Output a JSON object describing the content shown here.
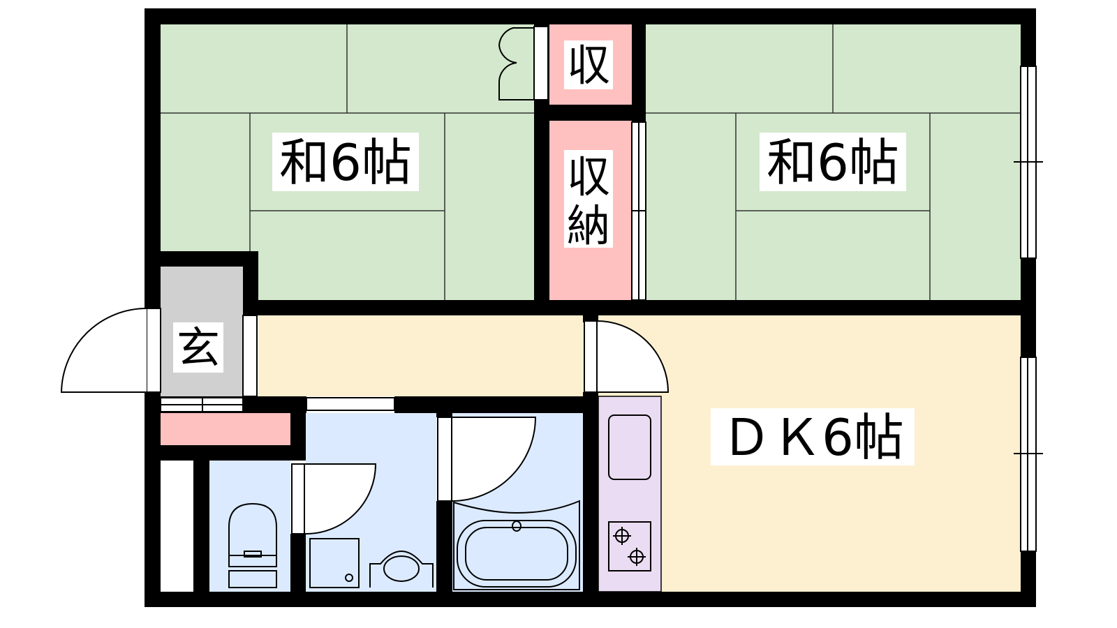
{
  "rooms": {
    "western_left": {
      "label": "和6帖"
    },
    "western_right": {
      "label": "和6帖"
    },
    "closet_top": {
      "label": "収"
    },
    "closet_main": {
      "label_1": "収",
      "label_2": "納"
    },
    "entrance": {
      "label": "玄"
    },
    "dining_kitchen": {
      "label": "ＤＫ6帖"
    }
  },
  "colors": {
    "tatami": "#d3e8cc",
    "storage": "#ffc0c0",
    "floor": "#fdf0d0",
    "wet_area": "#dbeafe",
    "entrance": "#d0d0d0",
    "kitchen": "#eadcf2",
    "wall": "#000000"
  }
}
